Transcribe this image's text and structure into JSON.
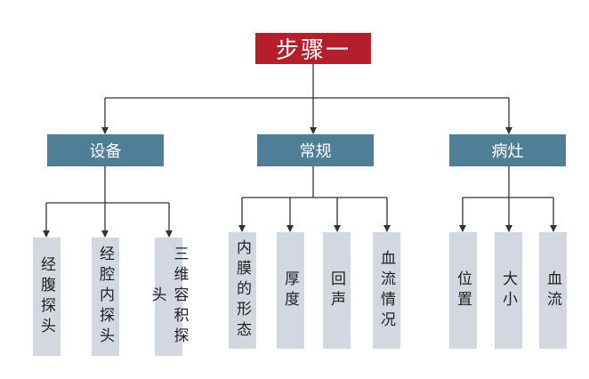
{
  "root": {
    "label": "步骤一"
  },
  "categories": [
    {
      "label": "设备",
      "items": [
        "经腹探头",
        "经腔内探头",
        "三维容积探头"
      ]
    },
    {
      "label": "常规",
      "items": [
        "内膜的形态",
        "厚度",
        "回声",
        "血流情况"
      ]
    },
    {
      "label": "病灶",
      "items": [
        "位置",
        "大小",
        "血流"
      ]
    }
  ],
  "colors": {
    "root": "#b51f2c",
    "category": "#4e7f97",
    "leaf": "#d2d7e0",
    "line": "#333333"
  }
}
